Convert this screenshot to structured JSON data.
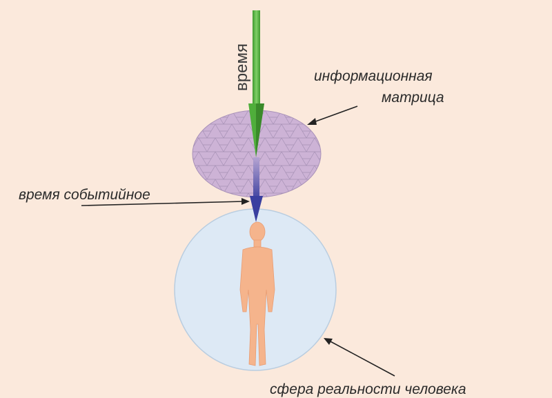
{
  "labels": {
    "time": "время",
    "matrix_line1": "информационная",
    "matrix_line2": "матрица",
    "event_time": "время событийное",
    "reality_sphere": "сфера реальности человека"
  },
  "colors": {
    "background": "#fbe9dc",
    "matrix_fill": "#cdb3d6",
    "matrix_mesh": "#a08cb0",
    "sphere_fill": "#dde9f5",
    "sphere_stroke": "#b9cde0",
    "human_fill": "#f5b48c",
    "time_arrow": "#5fb84a",
    "event_arrow": "#3a3fa0",
    "pointer": "#222222"
  }
}
